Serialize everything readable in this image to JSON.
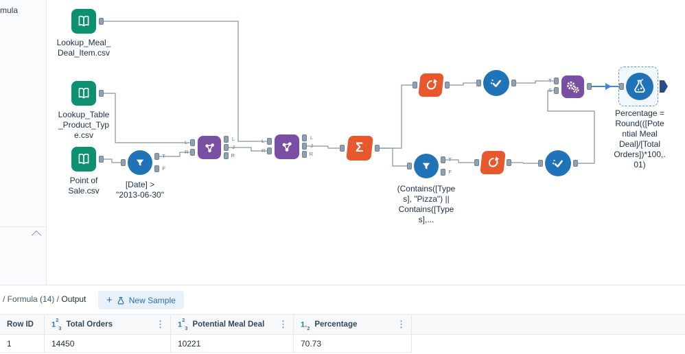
{
  "icons": {
    "sigma": "Σ",
    "kebab": "⋮"
  },
  "colors": {
    "input_green": "#0c9070",
    "join_purple": "#7a4fa3",
    "transform_orange": "#e8582f",
    "tool_blue": "#2173b8",
    "selection_blue": "#5b9bd5",
    "wire_gray": "#97a6b4",
    "selected_wire_blue": "#3f86d8",
    "accent_link_blue": "#2a6db8"
  },
  "sidebar": {
    "partial_text": "mula"
  },
  "canvas": {
    "tools": [
      {
        "icon": "input-data-book",
        "label": "Lookup_Meal_Deal_Item.csv"
      },
      {
        "icon": "input-data-book",
        "label": "Lookup_Table_Product_Type.csv"
      },
      {
        "icon": "input-data-book",
        "label": "Point of Sale.csv"
      },
      {
        "icon": "filter-funnel",
        "label": "[Date] > \"2013-06-30\"",
        "outputs": [
          "T",
          "F"
        ]
      },
      {
        "icon": "join-network",
        "inputs": [
          "L",
          "R"
        ],
        "outputs": [
          "L",
          "J",
          "R"
        ]
      },
      {
        "icon": "join-network",
        "inputs": [
          "L",
          "R"
        ],
        "outputs": [
          "L",
          "J",
          "R"
        ]
      },
      {
        "icon": "summarize-sigma"
      },
      {
        "icon": "refresh-arrows"
      },
      {
        "icon": "checkmark-circle"
      },
      {
        "icon": "gears",
        "inputs": [
          "T",
          "S"
        ]
      },
      {
        "icon": "formula-flask",
        "selected": true,
        "label": "Percentage = Round(([Potential Meal Deal]/[Total Orders])*100,.01)"
      },
      {
        "icon": "filter-funnel",
        "label": "(Contains([Types], \"Pizza\") || Contains([Types],...",
        "outputs": [
          "T",
          "F"
        ]
      },
      {
        "icon": "refresh-arrows"
      },
      {
        "icon": "checkmark-circle"
      }
    ]
  },
  "results": {
    "breadcrumb_prefix": "/ Formula (14) / ",
    "breadcrumb_current": "Output",
    "new_sample": {
      "plus": "+",
      "label": "New Sample"
    },
    "table": {
      "columns": [
        {
          "name": "Row ID"
        },
        {
          "name": "Total Orders",
          "icon": {
            "a": "1",
            "b": "2",
            "c": "3"
          }
        },
        {
          "name": "Potential Meal Deal",
          "icon": {
            "a": "1",
            "b": "2",
            "c": "3"
          }
        },
        {
          "name": "Percentage",
          "icon": {
            "a": "1.",
            "b": "",
            "c": "2"
          }
        }
      ],
      "rows": [
        [
          "1",
          "14450",
          "10221",
          "70.73"
        ]
      ]
    }
  }
}
